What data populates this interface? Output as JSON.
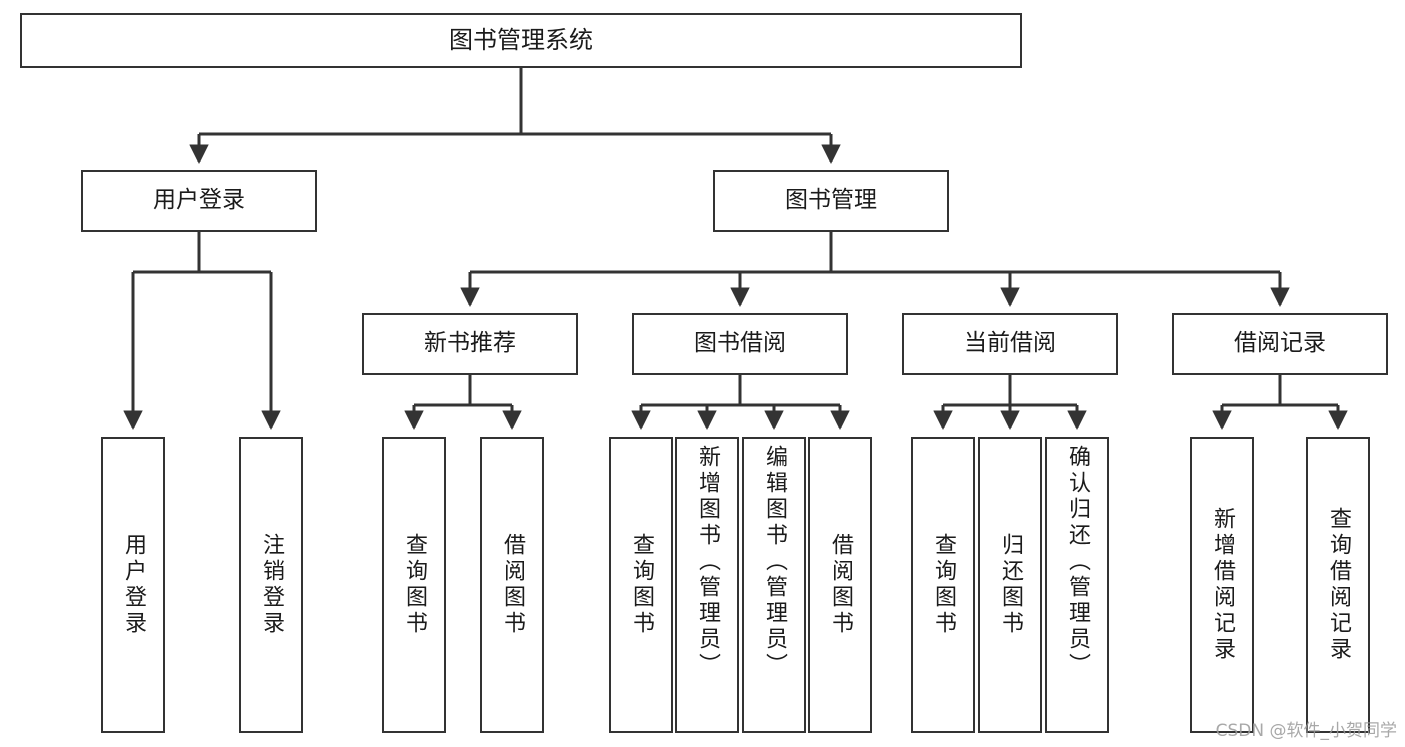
{
  "diagram": {
    "title": "图书管理系统",
    "type": "hierarchy-tree",
    "watermark": "CSDN @软件_小贺同学",
    "colors": {
      "background": "#ffffff",
      "node_border": "#333333",
      "node_fill": "#ffffff",
      "text": "#1b1b1b",
      "edge": "#333333",
      "watermark": "#9a9a9a"
    }
  },
  "nodes": {
    "root": {
      "label": "图书管理系统"
    },
    "level2": [
      {
        "label": "用户登录"
      },
      {
        "label": "图书管理"
      }
    ],
    "level3": [
      {
        "label": "新书推荐"
      },
      {
        "label": "图书借阅"
      },
      {
        "label": "当前借阅"
      },
      {
        "label": "借阅记录"
      }
    ],
    "leaves": {
      "user_login": [
        {
          "label": "用户登录"
        },
        {
          "label": "注销登录"
        }
      ],
      "new_book": [
        {
          "label": "查询图书"
        },
        {
          "label": "借阅图书"
        }
      ],
      "book_borrow": [
        {
          "label": "查询图书"
        },
        {
          "label": "新增图书（管理员）"
        },
        {
          "label": "编辑图书（管理员）"
        },
        {
          "label": "借阅图书"
        }
      ],
      "current_borrow": [
        {
          "label": "查询图书"
        },
        {
          "label": "归还图书"
        },
        {
          "label": "确认归还（管理员）"
        }
      ],
      "borrow_record": [
        {
          "label": "新增借阅记录"
        },
        {
          "label": "查询借阅记录"
        }
      ]
    }
  }
}
